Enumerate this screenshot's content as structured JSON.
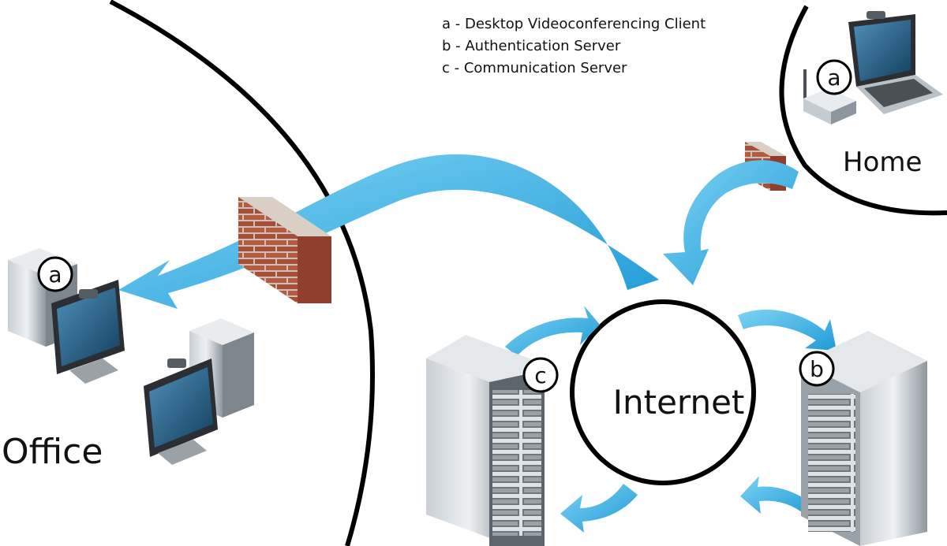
{
  "legend": {
    "a": "a - Desktop Videoconferencing Client",
    "b": "b - Authentication Server",
    "c": "c - Communication Server"
  },
  "zones": {
    "office": "Office",
    "home": "Home",
    "internet": "Internet"
  },
  "badges": {
    "office_client": "a",
    "home_client": "a",
    "auth_server": "b",
    "comm_server": "c"
  },
  "colors": {
    "arrow": "#3fb6ea",
    "arrow_dark": "#1f8fc7",
    "brick": "#b5533c",
    "server": "#8d969e",
    "screen": "#1e5f8a"
  }
}
